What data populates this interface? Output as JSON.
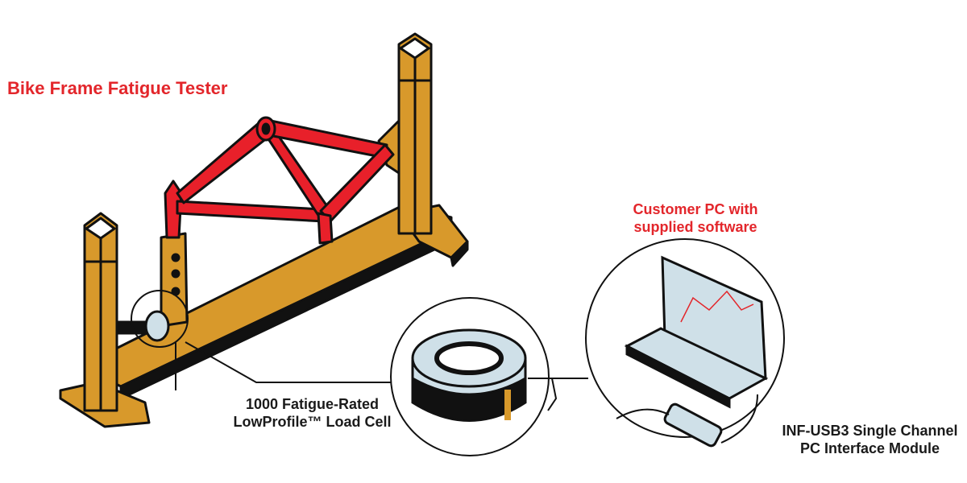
{
  "title": "Bike Frame Fatigue Tester",
  "labels": {
    "pc_line1": "Customer PC with",
    "pc_line2": "supplied software",
    "load_cell_line1": "1000 Fatigue-Rated",
    "load_cell_line2": "LowProfile™ Load Cell",
    "module_line1": "INF-USB3 Single Channel",
    "module_line2": "PC Interface Module"
  },
  "colors": {
    "accent": "#e3262b",
    "frame": "#d8992b",
    "outline": "#111111",
    "metal": "#cfe0e8"
  }
}
